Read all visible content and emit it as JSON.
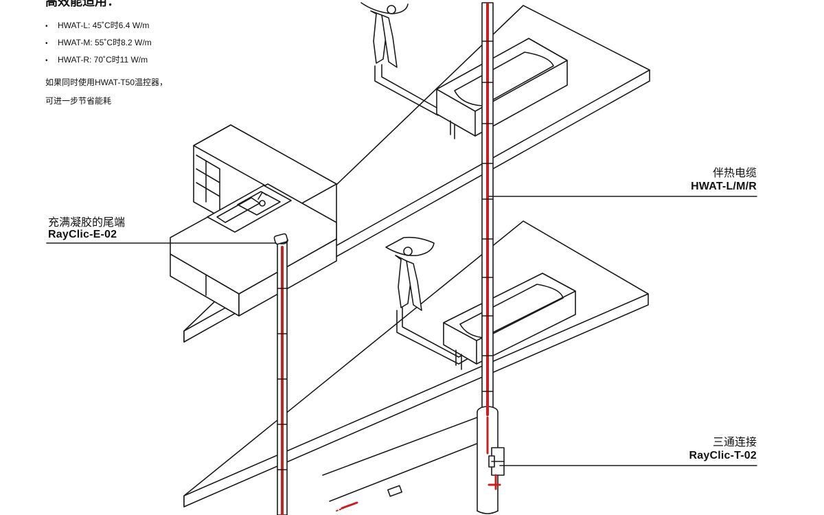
{
  "intro": {
    "heading": "高效能适用：",
    "bullets": [
      "HWAT-L: 45˚C时6.4 W/m",
      "HWAT-M: 55˚C时8.2 W/m",
      "HWAT-R: 70˚C时11 W/m"
    ],
    "note_line1": "如果同时使用HWAT-T50温控器，",
    "note_line2": "可进一步节省能耗"
  },
  "callouts": {
    "heating_cable": {
      "label": "伴热电缆",
      "code": "HWAT-L/M/R"
    },
    "end_seal": {
      "label": "充满凝胶的尾端",
      "code": "RayClic-E-02"
    },
    "tee": {
      "label": "三通连接",
      "code": "RayClic-T-02"
    }
  },
  "colors": {
    "pipe_red": "#c8201e",
    "line": "#1a1a1a",
    "background": "#ffffff"
  }
}
